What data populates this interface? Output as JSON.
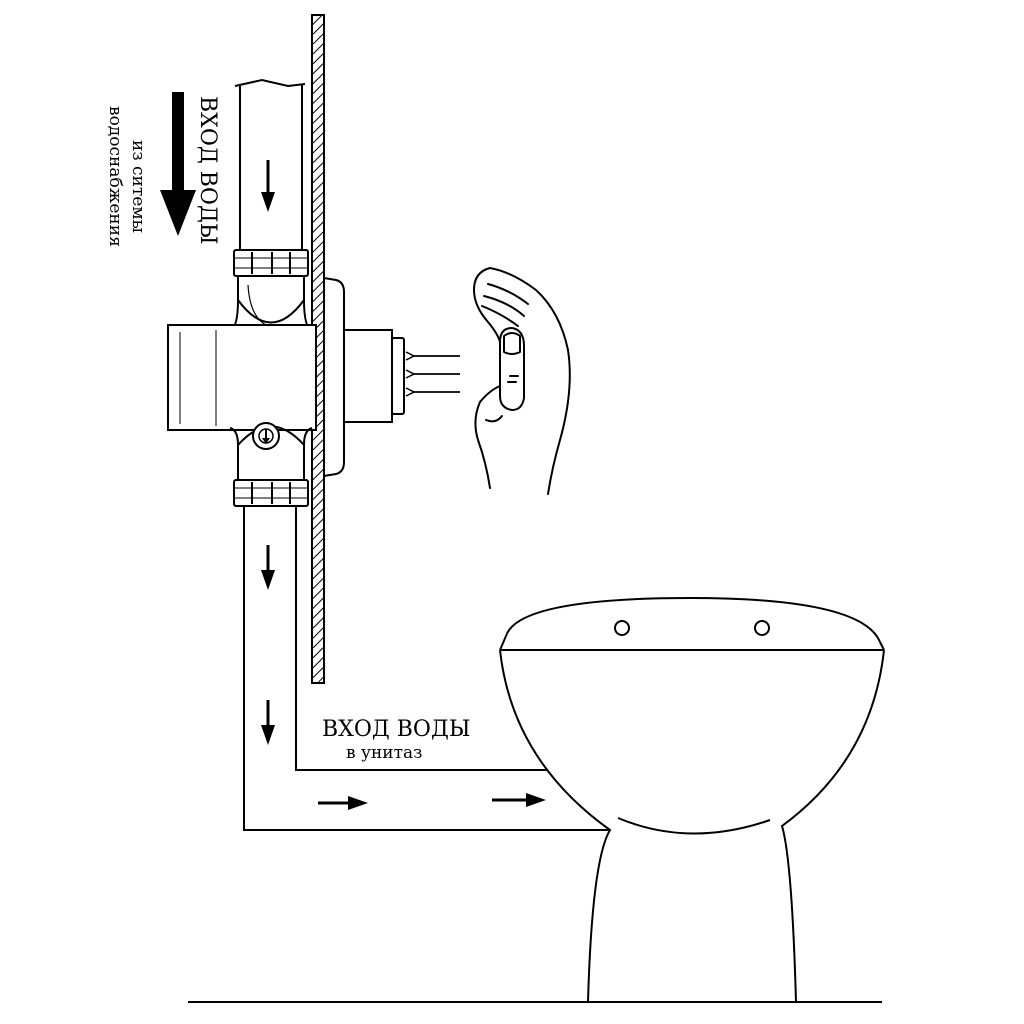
{
  "labels": {
    "water_inlet_vertical": "ВХОД ВОДЫ",
    "source_line1": "из ситемы",
    "source_line2": "водоснабжения",
    "water_inlet_toilet": "ВХОД ВОДЫ",
    "toilet_subtitle": "в унитаз"
  },
  "icons": {
    "flow": "arrow-icon",
    "sensor": "hand-icon"
  },
  "colors": {
    "ink": "#000000",
    "paper": "#ffffff"
  }
}
